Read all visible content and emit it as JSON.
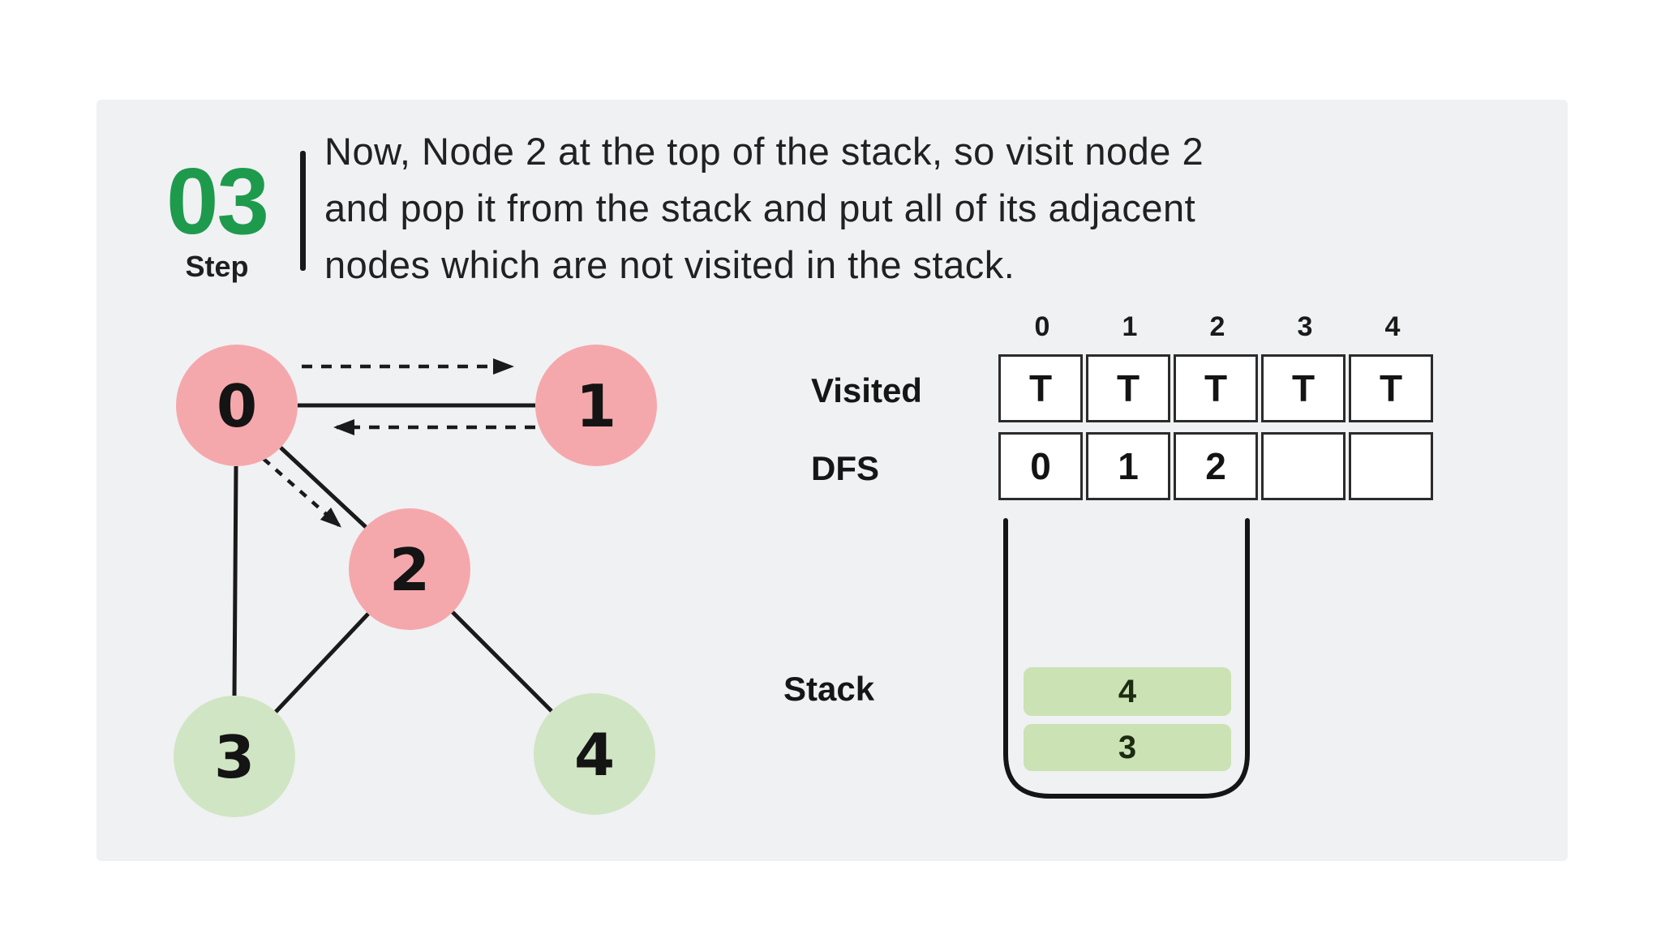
{
  "step": {
    "number": "03",
    "label": "Step"
  },
  "description": {
    "lines": [
      "Now, Node 2 at the top of the stack, so visit node 2",
      "and pop it from the stack and put all of its adjacent",
      "nodes which are not visited in the stack."
    ]
  },
  "graph": {
    "nodes": [
      {
        "id": "0",
        "label": "0",
        "state": "visited"
      },
      {
        "id": "1",
        "label": "1",
        "state": "visited"
      },
      {
        "id": "2",
        "label": "2",
        "state": "visited"
      },
      {
        "id": "3",
        "label": "3",
        "state": "unvisited"
      },
      {
        "id": "4",
        "label": "4",
        "state": "unvisited"
      }
    ],
    "edges": [
      {
        "from": "0",
        "to": "1",
        "style": "solid"
      },
      {
        "from": "0",
        "to": "1",
        "style": "dashed-arrow"
      },
      {
        "from": "1",
        "to": "0",
        "style": "dashed-arrow"
      },
      {
        "from": "0",
        "to": "3",
        "style": "solid"
      },
      {
        "from": "0",
        "to": "2",
        "style": "solid"
      },
      {
        "from": "0",
        "to": "2",
        "style": "dashed-arrow"
      },
      {
        "from": "2",
        "to": "3",
        "style": "solid"
      },
      {
        "from": "2",
        "to": "4",
        "style": "solid"
      }
    ]
  },
  "arrays": {
    "index_headers": [
      "0",
      "1",
      "2",
      "3",
      "4"
    ],
    "visited": {
      "label": "Visited",
      "values": [
        "T",
        "T",
        "T",
        "T",
        "T"
      ]
    },
    "dfs": {
      "label": "DFS",
      "values": [
        "0",
        "1",
        "2",
        "",
        ""
      ]
    }
  },
  "stack": {
    "label": "Stack",
    "items_top_to_bottom": [
      "4",
      "3"
    ]
  },
  "colors": {
    "step_accent_green": "#1e9a4d",
    "visited_node_pink": "#f5a8ac",
    "unvisited_node_green": "#d0e5c4",
    "stack_item_green": "#cbe2b4",
    "card_background": "#f0f1f3",
    "line_dark": "#1a1a1a"
  }
}
